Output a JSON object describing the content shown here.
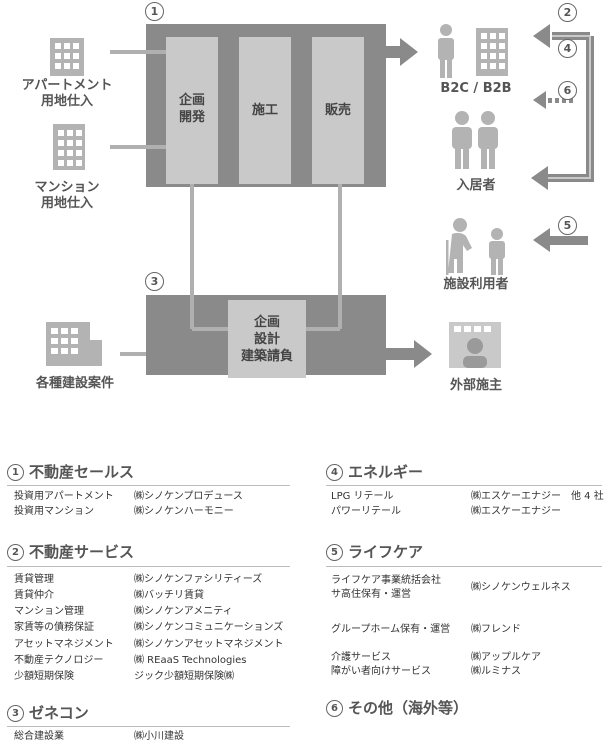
{
  "diagram": {
    "numbers": {
      "n1": "1",
      "n2": "2",
      "n3": "3",
      "n4": "4",
      "n5": "5",
      "n6": "6"
    },
    "sources": {
      "apartment": [
        "アパートメント",
        "用地仕入"
      ],
      "mansion": [
        "マンション",
        "用地仕入"
      ],
      "construction": "各種建設案件"
    },
    "stages": {
      "planning": [
        "企画",
        "開発"
      ],
      "build": "施工",
      "sales": "販売",
      "design": [
        "企画",
        "設計",
        "建築請負"
      ]
    },
    "targets": {
      "b2c": "B2C / B2B",
      "residents": "入居者",
      "facility": "施設利用者",
      "client": "外部施主"
    }
  },
  "sections": {
    "s1": {
      "num": "1",
      "title": "不動産セールス",
      "rows": [
        {
          "business": "投資用アパートメント",
          "company": "㈱シノケンプロデュース"
        },
        {
          "business": "投資用マンション",
          "company": "㈱シノケンハーモニー"
        }
      ]
    },
    "s2": {
      "num": "2",
      "title": "不動産サービス",
      "rows": [
        {
          "business": "賃貸管理",
          "company": "㈱シノケンファシリティーズ"
        },
        {
          "business": "賃貸仲介",
          "company": "㈱バッチリ賃貸"
        },
        {
          "business": "マンション管理",
          "company": "㈱シノケンアメニティ"
        },
        {
          "business": "家賃等の債務保証",
          "company": "㈱シノケンコミュニケーションズ"
        },
        {
          "business": "アセットマネジメント",
          "company": "㈱シノケンアセットマネジメント"
        },
        {
          "business": "不動産テクノロジー",
          "company": "㈱ REaaS Technologies"
        },
        {
          "business": "少額短期保険",
          "company": "ジック少額短期保険㈱"
        }
      ]
    },
    "s3": {
      "num": "3",
      "title": "ゼネコン",
      "rows": [
        {
          "business": "総合建設業",
          "company": "㈱小川建設"
        }
      ]
    },
    "s4": {
      "num": "4",
      "title": "エネルギー",
      "rows": [
        {
          "business": "LPG リテール",
          "company": "㈱エスケーエナジー　他 4 社"
        },
        {
          "business": "パワーリテール",
          "company": "㈱エスケーエナジー"
        }
      ]
    },
    "s5": {
      "num": "5",
      "title": "ライフケア",
      "rows": [
        {
          "business": "ライフケア事業統括会社",
          "business2": "サ高住保有・運営",
          "company": "㈱シノケンウェルネス"
        },
        {
          "business": "グループホーム保有・運営",
          "company": "㈱フレンド"
        },
        {
          "business": "介護サービス",
          "company": "㈱アップルケア"
        },
        {
          "business": "障がい者向けサービス",
          "company": "㈱ルミナス"
        }
      ]
    },
    "s6": {
      "num": "6",
      "title": "その他（海外等）"
    }
  },
  "colors": {
    "dark": "#8a8a8a",
    "mid": "#a6a6a6",
    "light": "#c9c9c9",
    "icon": "#b3b3b3",
    "line": "#b0b0b0"
  }
}
